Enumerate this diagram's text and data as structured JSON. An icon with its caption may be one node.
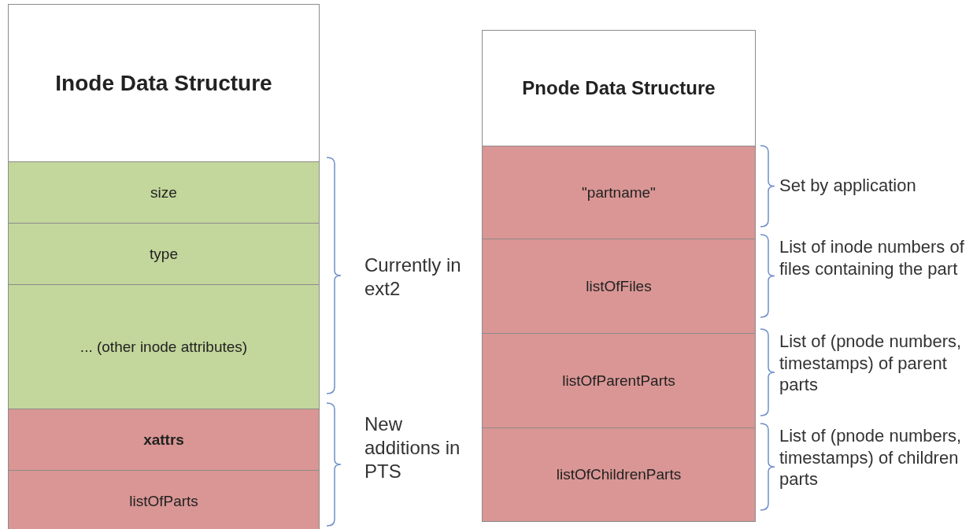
{
  "diagram": {
    "nodes": [
      {
        "text": [
          "Inode Data Structure"
        ]
      },
      {
        "text": [
          "size"
        ]
      },
      {
        "text": [
          "type"
        ]
      },
      {
        "text": [
          "... (other inode attributes)"
        ]
      },
      {
        "text": [
          "xattrs"
        ]
      },
      {
        "text": [
          "listOfParts"
        ]
      },
      {
        "text": [
          "Pnode Data Structure"
        ]
      },
      {
        "text": [
          "\"partname\""
        ]
      },
      {
        "text": [
          "listOfFiles"
        ]
      },
      {
        "text": [
          "listOfParentParts"
        ]
      },
      {
        "text": [
          "listOfChildrenParts"
        ]
      }
    ],
    "labels": [
      "Currently in ext2",
      "New additions in PTS",
      "Set by application",
      "List of inode numbers of files containing the part",
      "List of (pnode numbers, timestamps) of parent parts",
      "List of (pnode numbers, timestamps) of children parts"
    ]
  }
}
